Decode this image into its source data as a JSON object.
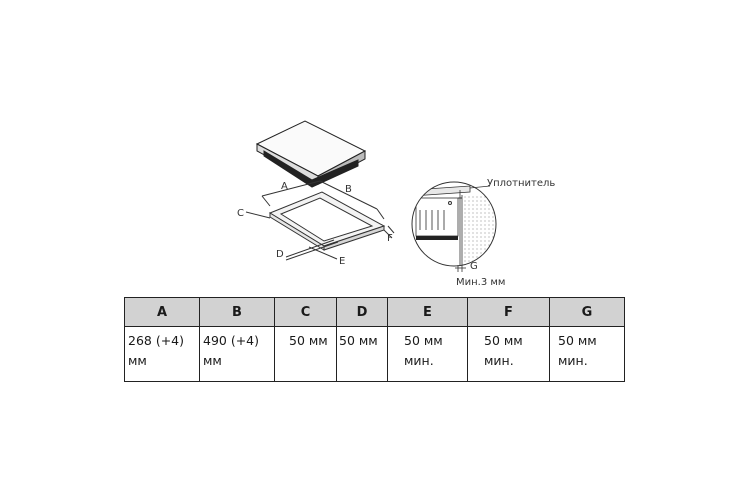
{
  "diagram": {
    "labels": {
      "a": "A",
      "b": "B",
      "c": "C",
      "d": "D",
      "e": "E",
      "f": "F",
      "g": "G",
      "seal": "Уплотнитель",
      "min_gap": "Мин.3 мм"
    }
  },
  "table": {
    "headers": [
      "A",
      "B",
      "C",
      "D",
      "E",
      "F",
      "G"
    ],
    "rows": [
      [
        "268 (+4) мм",
        "490 (+4) мм",
        "50 мм",
        "50 мм",
        "50 мм мин.",
        "50 мм мин.",
        "50 мм мин."
      ]
    ]
  }
}
